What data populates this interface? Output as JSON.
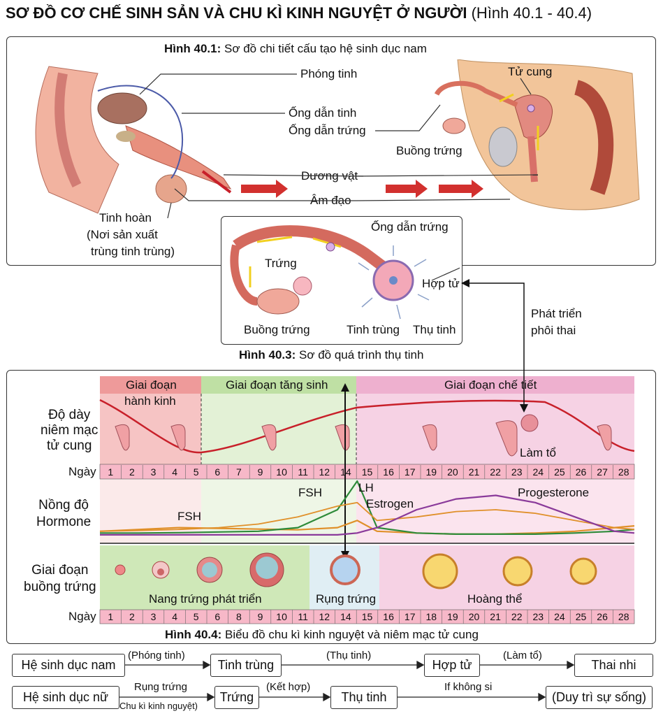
{
  "title": {
    "bold": "SƠ ĐỒ CƠ CHẾ SINH SẢN VÀ CHU KÌ KINH NGUYỆT Ở NGƯỜI",
    "normal": "(Hình 40.1 - 40.4)"
  },
  "fig1": {
    "caption_bold": "Hình 40.1:",
    "caption": "Sơ đồ chi tiết cấu tạo hệ sinh dục nam",
    "labels": {
      "phong_tinh": "Phóng tinh",
      "ong_dan_tinh": "Ống dẫn tinh",
      "ong_dan_trung": "Ống dẫn trứng",
      "buong_trung": "Buồng trứng",
      "duong_vat": "Dương vật",
      "am_dao": "Âm đạo",
      "tu_cung": "Tử cung",
      "tinh_hoan": "Tinh hoàn",
      "tinh_hoan_note1": "(Nơi sản xuất",
      "tinh_hoan_note2": "trùng tinh trùng)"
    }
  },
  "fig3": {
    "caption_bold": "Hình 40.3:",
    "caption": "Sơ đồ quá trình thụ tinh",
    "labels": {
      "ong_dan_trung": "Ống dẫn trứng",
      "trung": "Trứng",
      "hop_tu": "Hợp tử",
      "buong_trung": "Buồng trứng",
      "tinh_trung": "Tinh trùng",
      "thu_tinh": "Thụ tinh"
    },
    "side_note1": "Phát triển",
    "side_note2": "phôi thai"
  },
  "fig4": {
    "caption_bold": "Hình 40.4:",
    "caption": "Biểu đồ chu kì kinh nguyệt và niêm mạc tử cung",
    "phases": [
      "Giai đoạn",
      "hành kinh",
      "Giai đoạn tăng sinh",
      "Giai đoạn chế tiết"
    ],
    "row_labels": {
      "thickness": [
        "Độ dày",
        "niêm mạc",
        "tử cung"
      ],
      "day": "Ngày",
      "hormone": [
        "Nồng độ",
        "Hormone"
      ],
      "ovary": [
        "Giai đoạn",
        "buồng trứng"
      ]
    },
    "day_ticks": [
      "1",
      "2",
      "3",
      "4",
      "5",
      "6",
      "7",
      "9",
      "10",
      "11",
      "12",
      "14",
      "15",
      "16",
      "17",
      "19",
      "20",
      "21",
      "22",
      "23",
      "24",
      "25",
      "26",
      "27",
      "28"
    ],
    "bottom_day_ticks": [
      "1",
      "2",
      "3",
      "4",
      "5",
      "6",
      "8",
      "9",
      "10",
      "11",
      "12",
      "14",
      "15",
      "16",
      "17",
      "18",
      "19",
      "20",
      "21",
      "22",
      "23",
      "24",
      "25",
      "26",
      "28"
    ],
    "annotations": {
      "lam_to": "Làm tổ",
      "fsh_left": "FSH",
      "fsh": "FSH",
      "lh": "LH",
      "estrogen": "Estrogen",
      "progesterone": "Progesterone",
      "nang_trung": "Nang trứng phát triển",
      "rung_trung": "Rụng trứng",
      "hoang_the": "Hoàng thể"
    },
    "colors": {
      "menstrual": "#f0a6a6",
      "proliferative": "#cfe8b8",
      "secretory": "#f4c3dc",
      "endometrium_line": "#c8202a",
      "fsh": "#e0902a",
      "lh": "#2e8b3a",
      "progesterone": "#8a3a9a"
    }
  },
  "chart_data": {
    "type": "line",
    "x": [
      1,
      3,
      5,
      7,
      9,
      11,
      13,
      14,
      15,
      17,
      19,
      21,
      23,
      25,
      27,
      28
    ],
    "series": [
      {
        "name": "FSH",
        "values": [
          2,
          2.5,
          3,
          2.8,
          2.6,
          2.4,
          3,
          5,
          2,
          1.5,
          1.2,
          1.2,
          1.5,
          2,
          3,
          3.5
        ]
      },
      {
        "name": "LH",
        "values": [
          1.5,
          1.5,
          1.6,
          1.8,
          2,
          3,
          8,
          16,
          3,
          1.5,
          1.2,
          1.2,
          1.2,
          1.5,
          2,
          2.5
        ]
      },
      {
        "name": "Estrogen",
        "values": [
          2,
          2.2,
          2.5,
          3,
          4,
          6,
          9,
          10,
          5,
          6,
          7.5,
          8,
          7,
          5,
          3,
          2.5
        ]
      },
      {
        "name": "Progesterone",
        "values": [
          1,
          1,
          1,
          1,
          1,
          1,
          1,
          1.5,
          3,
          8,
          11,
          12,
          10,
          6,
          2,
          1.5
        ]
      }
    ]
  },
  "flow": {
    "row1": [
      "Hệ sinh dục nam",
      "Tinh trùng",
      "Hợp tử",
      "Thai nhi"
    ],
    "row1_edges": [
      "(Phóng tinh)",
      "(Thụ tinh)",
      "(Làm tổ)"
    ],
    "row2": [
      "Hệ sinh dục nữ",
      "Trứng",
      "Thụ tinh",
      "(Duy trì sự sống)"
    ],
    "row2_edges": [
      "Rụng trứng",
      "Chu kì kinh nguyệt)",
      "(Kết hợp)",
      "If không si"
    ]
  }
}
